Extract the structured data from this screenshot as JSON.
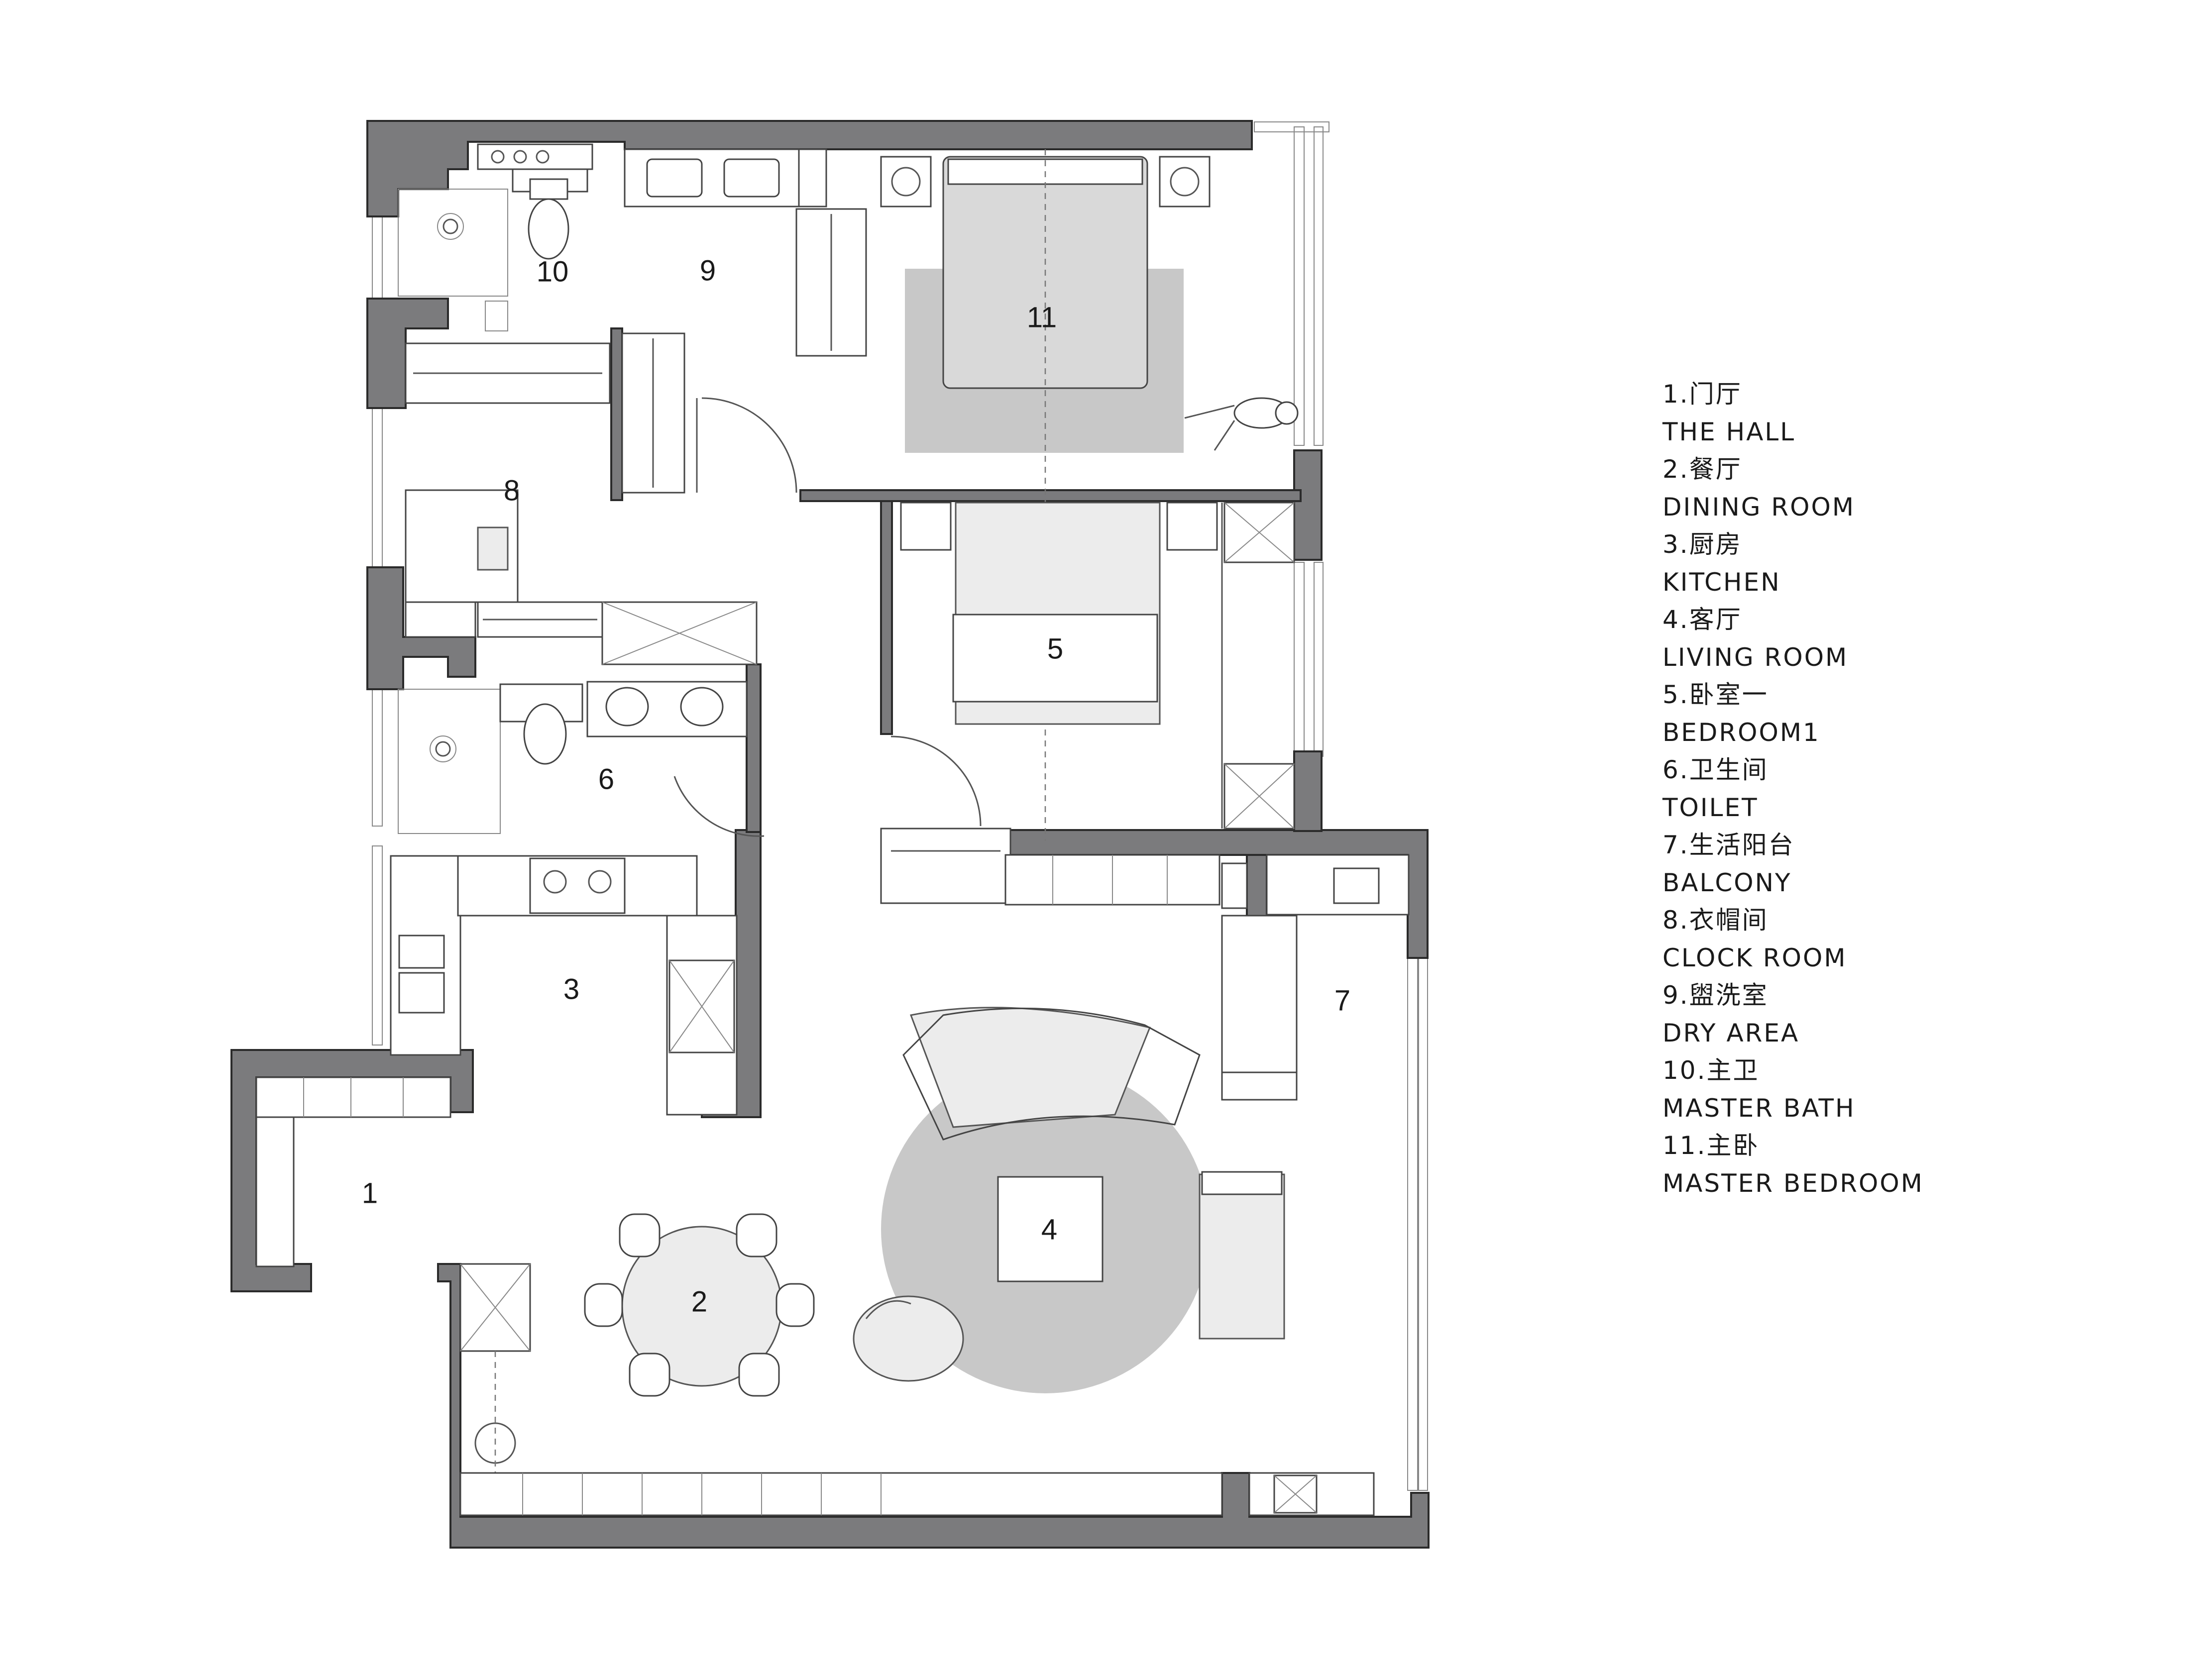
{
  "rooms": [
    {
      "id": "1",
      "label": "1"
    },
    {
      "id": "2",
      "label": "2"
    },
    {
      "id": "3",
      "label": "3"
    },
    {
      "id": "4",
      "label": "4"
    },
    {
      "id": "5",
      "label": "5"
    },
    {
      "id": "6",
      "label": "6"
    },
    {
      "id": "7",
      "label": "7"
    },
    {
      "id": "8",
      "label": "8"
    },
    {
      "id": "9",
      "label": "9"
    },
    {
      "id": "10",
      "label": "10"
    },
    {
      "id": "11",
      "label": "11"
    }
  ],
  "legend": [
    {
      "zh": "1.门厅",
      "en": "THE HALL"
    },
    {
      "zh": "2.餐厅",
      "en": "DINING ROOM"
    },
    {
      "zh": "3.厨房",
      "en": "KITCHEN"
    },
    {
      "zh": "4.客厅",
      "en": "LIVING ROOM"
    },
    {
      "zh": "5.卧室一",
      "en": "BEDROOM1"
    },
    {
      "zh": "6.卫生间",
      "en": "TOILET"
    },
    {
      "zh": "7.生活阳台",
      "en": "BALCONY"
    },
    {
      "zh": "8.衣帽间",
      "en": "CLOCK ROOM"
    },
    {
      "zh": "9.盥洗室",
      "en": "DRY AREA"
    },
    {
      "zh": "10.主卫",
      "en": "MASTER BATH"
    },
    {
      "zh": "11.主卧",
      "en": "MASTER BEDROOM"
    }
  ],
  "colors": {
    "wall": "#7b7b7d",
    "rug": "#c8c8c8",
    "furniture": "#d9d9d9",
    "text": "#1a1a1a"
  }
}
